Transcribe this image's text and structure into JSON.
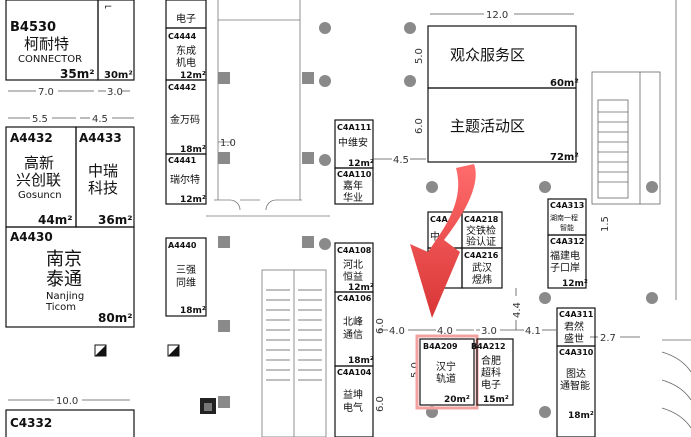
{
  "booths": {
    "b4530": {
      "id": "B4530",
      "name": "柯耐特",
      "en": "CONNECTOR",
      "area": "35m²",
      "extra_area": "30m²"
    },
    "a4432": {
      "id": "A4432",
      "name1": "高新",
      "name2": "兴创联",
      "en": "Gosuncn",
      "area": "44m²"
    },
    "a4433": {
      "id": "A4433",
      "name1": "中瑞",
      "name2": "科技",
      "area": "36m²"
    },
    "a4430": {
      "id": "A4430",
      "name1": "南京",
      "name2": "泰通",
      "en1": "Nanjing",
      "en2": "Ticom",
      "area": "80m²"
    },
    "c4444": {
      "id": "C4444",
      "name1": "东成",
      "name2": "机电",
      "area": "12m²"
    },
    "c4442": {
      "id": "C4442",
      "name": "金万码",
      "area": "18m²"
    },
    "c4441": {
      "id": "C4441",
      "name": "瑞尔特",
      "area": "12m²"
    },
    "a4440": {
      "id": "A4440",
      "name1": "三强",
      "name2": "同维",
      "area": "18m²"
    },
    "c4a111": {
      "id": "C4A111",
      "name": "中维安",
      "area": "12m²"
    },
    "c4a110": {
      "id": "C4A110",
      "name1": "嘉年",
      "name2": "华业"
    },
    "c4a108": {
      "id": "C4A108",
      "name1": "河北",
      "name2": "恒益",
      "area": "12m²"
    },
    "c4a106": {
      "id": "C4A106",
      "name1": "北峰",
      "name2": "通信",
      "area": "18m²"
    },
    "c4a104": {
      "id": "C4A104",
      "name1": "益坤",
      "name2": "电气"
    },
    "c4a218": {
      "id": "C4A218",
      "name1": "交铁检",
      "name2": "验认证",
      "prefix": "C4A"
    },
    "c4a216": {
      "id": "C4A216",
      "name1": "武汉",
      "name2": "煜炜",
      "prefix_char": "中"
    },
    "b4a209": {
      "id": "B4A209",
      "name1": "汉宁",
      "name2": "轨道",
      "area": "20m²"
    },
    "b4a212": {
      "id": "B4A212",
      "name1": "合肥",
      "name2": "超科",
      "name3": "电子",
      "area": "15m²"
    },
    "c4a313": {
      "id": "C4A313",
      "name1": "湖南一程",
      "name2": "智能"
    },
    "c4a312": {
      "id": "C4A312",
      "name1": "福建电",
      "name2": "子口岸",
      "area": "12m²"
    },
    "c4a311": {
      "id": "C4A311",
      "name1": "君然",
      "name2": "盛世"
    },
    "c4a310": {
      "id": "C4A310",
      "name1": "图达",
      "name2": "通智能",
      "area": "18m²"
    },
    "c4332": {
      "id": "C4332"
    }
  },
  "zones": {
    "service": {
      "name": "观众服务区",
      "area": "60m²"
    },
    "theme": {
      "name": "主题活动区",
      "area": "72m²"
    },
    "electric": {
      "name": "电子"
    }
  },
  "dims": {
    "d12": "12.0",
    "d5a": "5.0",
    "d6a": "6.0",
    "d45a": "4.5",
    "d55": "5.5",
    "d45b": "4.5",
    "d70": "7.0",
    "d30a": "3.0",
    "d10a": "1.0",
    "d4l": "4.0",
    "d4m": "4.0",
    "d30b": "3.0",
    "d41": "4.1",
    "d27": "2.7",
    "d44": "4.4",
    "d6b": "6.0",
    "d5b": "5.0",
    "d6c": "6.0",
    "d15": "1.5",
    "d100": "10.0"
  },
  "colors": {
    "line": "#111111",
    "pillar": "#888888",
    "arrow": "#e5484d",
    "highlight": "#f2a0a0"
  }
}
